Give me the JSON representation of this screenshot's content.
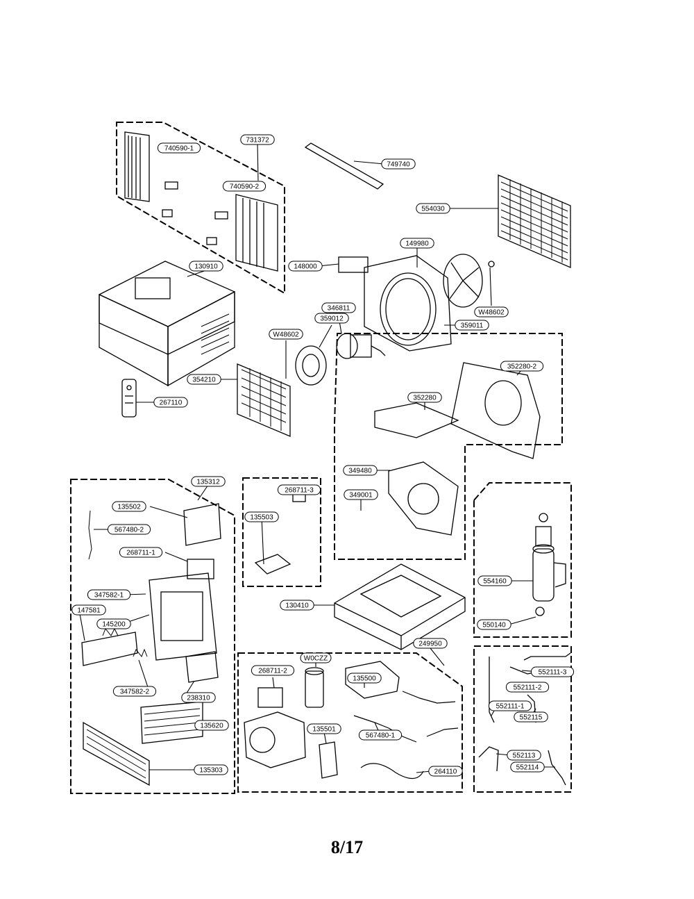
{
  "page_number": "8/17",
  "part_labels": [
    "740590-1",
    "731372",
    "749740",
    "740590-2",
    "554030",
    "149980",
    "148000",
    "130910",
    "359012",
    "346811",
    "W48602",
    "W48602",
    "359011",
    "352280-2",
    "354210",
    "352280",
    "267110",
    "349480",
    "349001",
    "135312",
    "135502",
    "567480-2",
    "268711-3",
    "268711-1",
    "135503",
    "347582-1",
    "147581",
    "145200",
    "554160",
    "130410",
    "550140",
    "347582-2",
    "238310",
    "249950",
    "268711-2",
    "W0CZZ",
    "135500",
    "552111-3",
    "552111-2",
    "552111-1",
    "552115",
    "135620",
    "135501",
    "567480-1",
    "552113",
    "552114",
    "135303",
    "264110"
  ]
}
